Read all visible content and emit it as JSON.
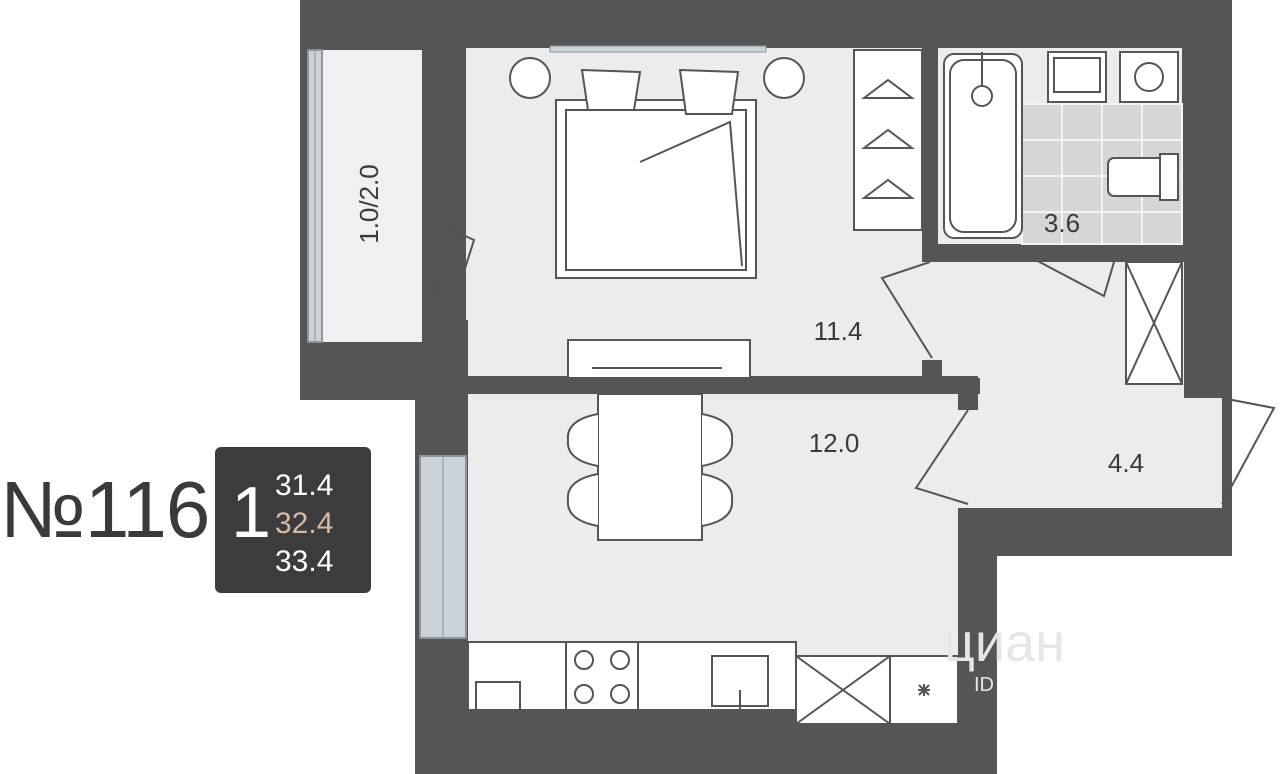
{
  "apartment": {
    "number": "№116",
    "rooms": "1",
    "areas": [
      "31.4",
      "32.4",
      "33.4"
    ]
  },
  "rooms": {
    "balcony": "1.0/2.0",
    "bedroom": "11.4",
    "bathroom": "3.6",
    "kitchen": "12.0",
    "hall": "4.4"
  },
  "watermark": {
    "brand": "циан",
    "sub": "ID"
  },
  "colors": {
    "wall": "#555555",
    "floor": "#ececec",
    "tile": "#d6d6d6",
    "card": "#3c3c3c",
    "accent": "#d8b9a3"
  }
}
